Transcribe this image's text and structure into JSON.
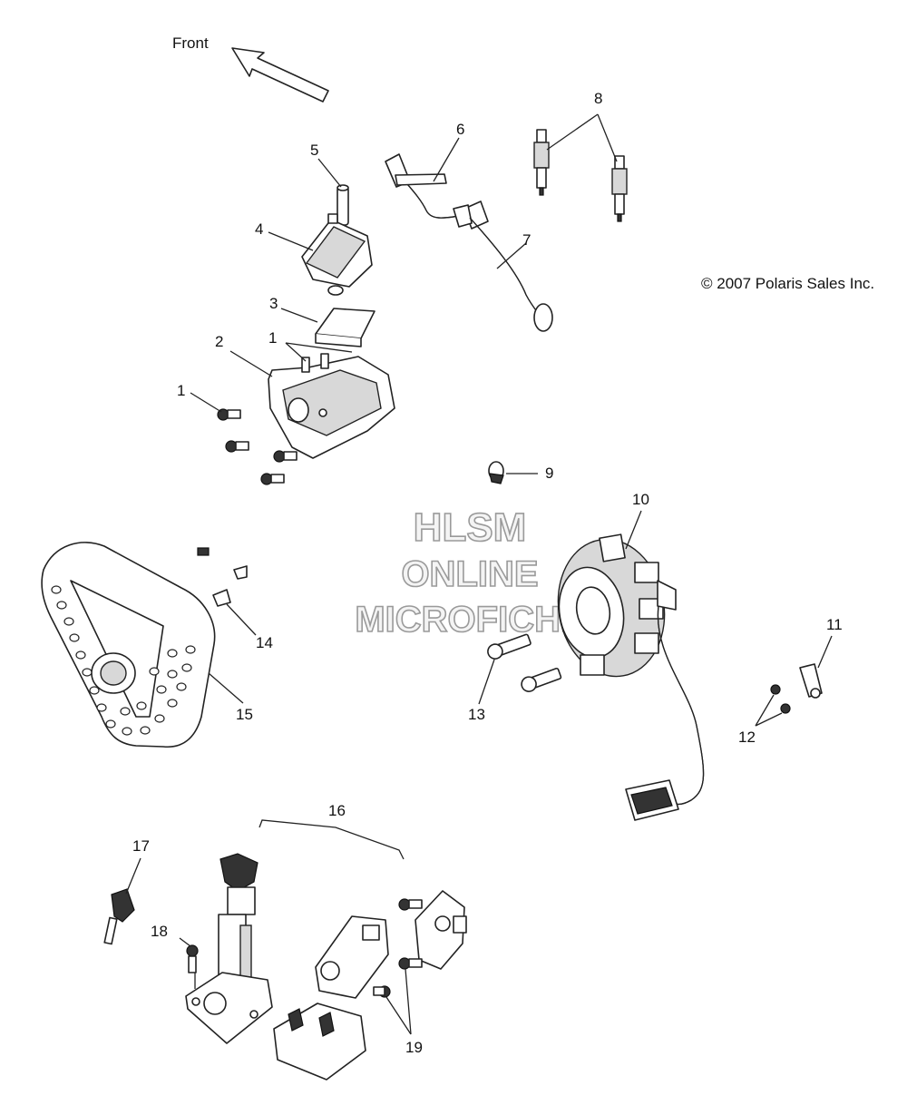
{
  "header": {
    "direction_label": "Front"
  },
  "copyright": "© 2007 Polaris Sales Inc.",
  "watermark": {
    "line1": "HLSM",
    "line2": "ONLINE",
    "line3": "MICROFICHE"
  },
  "callouts": {
    "c1a": "1",
    "c1b": "1",
    "c2": "2",
    "c3": "3",
    "c4": "4",
    "c5": "5",
    "c6": "6",
    "c7": "7",
    "c8": "8",
    "c9": "9",
    "c10": "10",
    "c11": "11",
    "c12": "12",
    "c13": "13",
    "c14": "14",
    "c15": "15",
    "c16": "16",
    "c17": "17",
    "c18": "18",
    "c19": "19"
  }
}
